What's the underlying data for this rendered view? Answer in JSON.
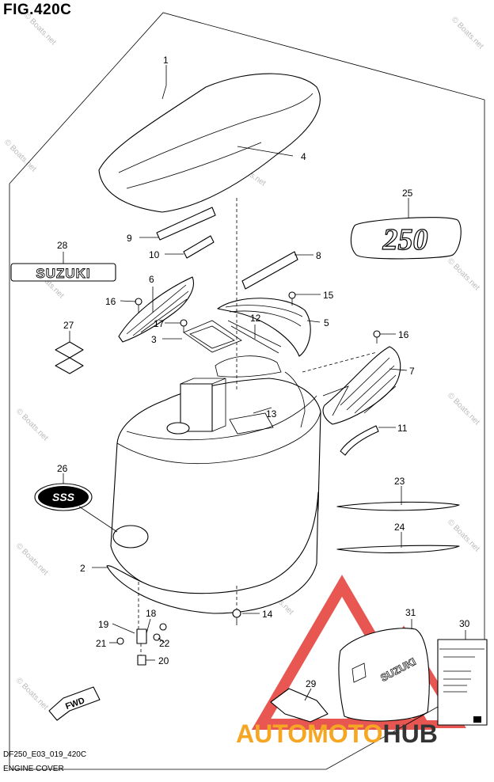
{
  "figure": {
    "title": "FIG.420C",
    "code": "DF250_E03_019_420C",
    "name": "ENGINE COVER"
  },
  "watermark": {
    "text": "© Boats.net",
    "brand_prefix": "AUTO",
    "brand_mid": "MOTO",
    "brand_suffix": "HUB",
    "color_orange": "#f5a623",
    "color_red": "#e53935",
    "color_gray": "#333333"
  },
  "labels": {
    "fwd": "FWD",
    "emblem_250": "250",
    "emblem_suzuki": "SUZUKI",
    "emblem_sss": "SSS",
    "decal_suzuki": "SUZUKI"
  },
  "callouts": {
    "c1": "1",
    "c2": "2",
    "c3": "3",
    "c4": "4",
    "c5": "5",
    "c6": "6",
    "c7": "7",
    "c8": "8",
    "c9": "9",
    "c10": "10",
    "c11": "11",
    "c12": "12",
    "c13": "13",
    "c14": "14",
    "c15": "15",
    "c16a": "16",
    "c16b": "16",
    "c17": "17",
    "c18": "18",
    "c19": "19",
    "c20": "20",
    "c21": "21",
    "c22": "22",
    "c23": "23",
    "c24": "24",
    "c25": "25",
    "c26": "26",
    "c27": "27",
    "c28": "28",
    "c29": "29",
    "c30": "30",
    "c31": "31"
  }
}
